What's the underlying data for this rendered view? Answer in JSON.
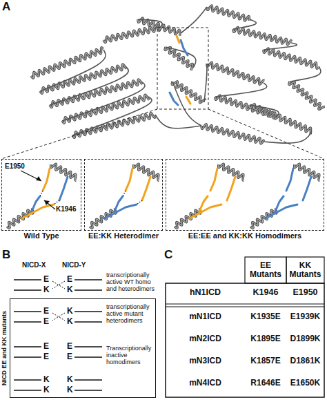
{
  "diagram": {
    "nodes": [
      {
        "text": [
          "E1950",
          "K1946",
          "Wild Type"
        ]
      },
      {
        "text": [
          "EE:KK Heterodimer"
        ]
      },
      {
        "text": [
          "EE:EE and KK:KK Homodimers"
        ]
      },
      {
        "text": [
          "NICD EE and KK mutants"
        ]
      }
    ],
    "labels": [
      "A",
      "B",
      "NICD-X",
      "NICD-Y",
      "E",
      "E",
      "K",
      "K",
      "transcriptionally active WT homo and heterodimers",
      "E",
      "K",
      "E",
      "K",
      "transcriptionally active mutant heterodimers",
      "E",
      "E",
      "E",
      "E",
      "Transcriptionally inactive homodimers",
      "K",
      "K",
      "K",
      "K",
      "C",
      "EE Mutants",
      "KK Mutants",
      "hN1ICD",
      "K1946",
      "E1950",
      "mN1ICD",
      "K1935E",
      "E1939K",
      "mN2ICD",
      "K1895E",
      "D1899K",
      "mN3ICD",
      "K1857E",
      "D1861K",
      "mN4ICD",
      "R1646E",
      "E1650K"
    ]
  }
}
